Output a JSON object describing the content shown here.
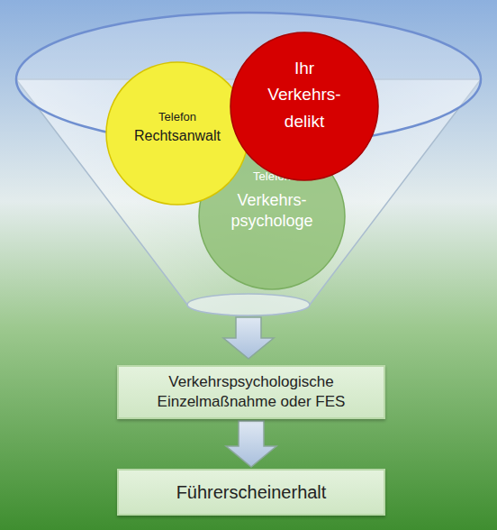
{
  "diagram": {
    "nodes": [
      {
        "text": [
          "Telefon",
          "Rechtsanwalt"
        ]
      },
      {
        "text": [
          "Ihr Verkehrs- delikt"
        ]
      },
      {
        "text": [
          "Telefon",
          "Verkehrs- psychologe"
        ]
      },
      {
        "text": [
          "Verkehrspsychologische Einzelmaßnahme oder FES"
        ]
      },
      {
        "text": [
          "Führerscheinerhalt"
        ]
      }
    ],
    "edges": [
      {
        "from": 3,
        "to": 4,
        "arrow": "to"
      }
    ]
  }
}
